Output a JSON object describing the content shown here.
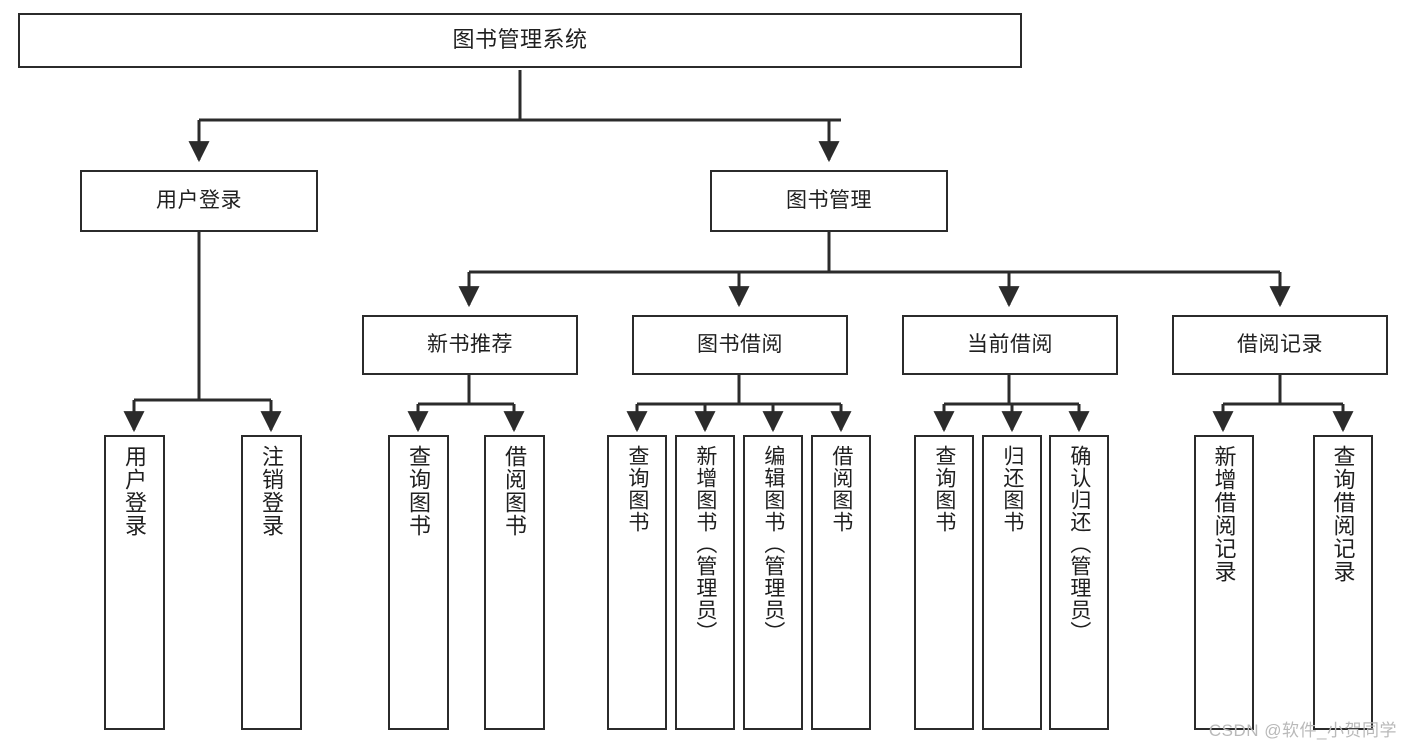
{
  "diagram": {
    "title": "图书管理系统",
    "type": "tree-hierarchy",
    "root": {
      "label": "图书管理系统"
    },
    "level1": [
      {
        "label": "用户登录"
      },
      {
        "label": "图书管理"
      }
    ],
    "level2": [
      {
        "label": "新书推荐"
      },
      {
        "label": "图书借阅"
      },
      {
        "label": "当前借阅"
      },
      {
        "label": "借阅记录"
      }
    ],
    "leaves": {
      "user_login": [
        {
          "label": "用户登录"
        },
        {
          "label": "注销登录"
        }
      ],
      "new_book_recommend": [
        {
          "label": "查询图书"
        },
        {
          "label": "借阅图书"
        }
      ],
      "book_borrow": [
        {
          "label": "查询图书"
        },
        {
          "label": "新增图书（管理员）"
        },
        {
          "label": "编辑图书（管理员）"
        },
        {
          "label": "借阅图书"
        }
      ],
      "current_borrow": [
        {
          "label": "查询图书"
        },
        {
          "label": "归还图书"
        },
        {
          "label": "确认归还（管理员）"
        }
      ],
      "borrow_record": [
        {
          "label": "新增借阅记录"
        },
        {
          "label": "查询借阅记录"
        }
      ]
    }
  },
  "watermark": {
    "text": "CSDN @软件_小贺同学"
  },
  "colors": {
    "stroke": "#2b2b2b",
    "fill": "#ffffff",
    "text": "#1f1f1f",
    "watermark": "#b9b9b9"
  }
}
